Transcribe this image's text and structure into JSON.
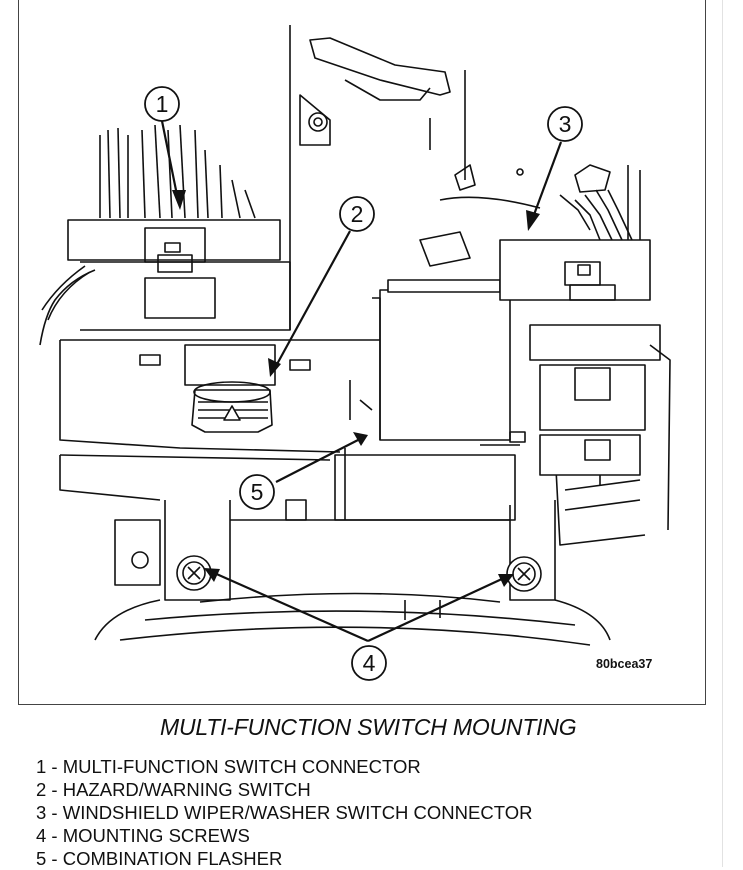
{
  "diagram": {
    "image_code": "80bcea37",
    "title": "MULTI-FUNCTION SWITCH MOUNTING",
    "callouts": [
      {
        "number": "1"
      },
      {
        "number": "2"
      },
      {
        "number": "3"
      },
      {
        "number": "4"
      },
      {
        "number": "5"
      }
    ],
    "legend": [
      "1 - MULTI-FUNCTION SWITCH CONNECTOR",
      "2 - HAZARD/WARNING SWITCH",
      "3 - WINDSHIELD WIPER/WASHER SWITCH CONNECTOR",
      "4 - MOUNTING SCREWS",
      "5 - COMBINATION FLASHER"
    ]
  }
}
